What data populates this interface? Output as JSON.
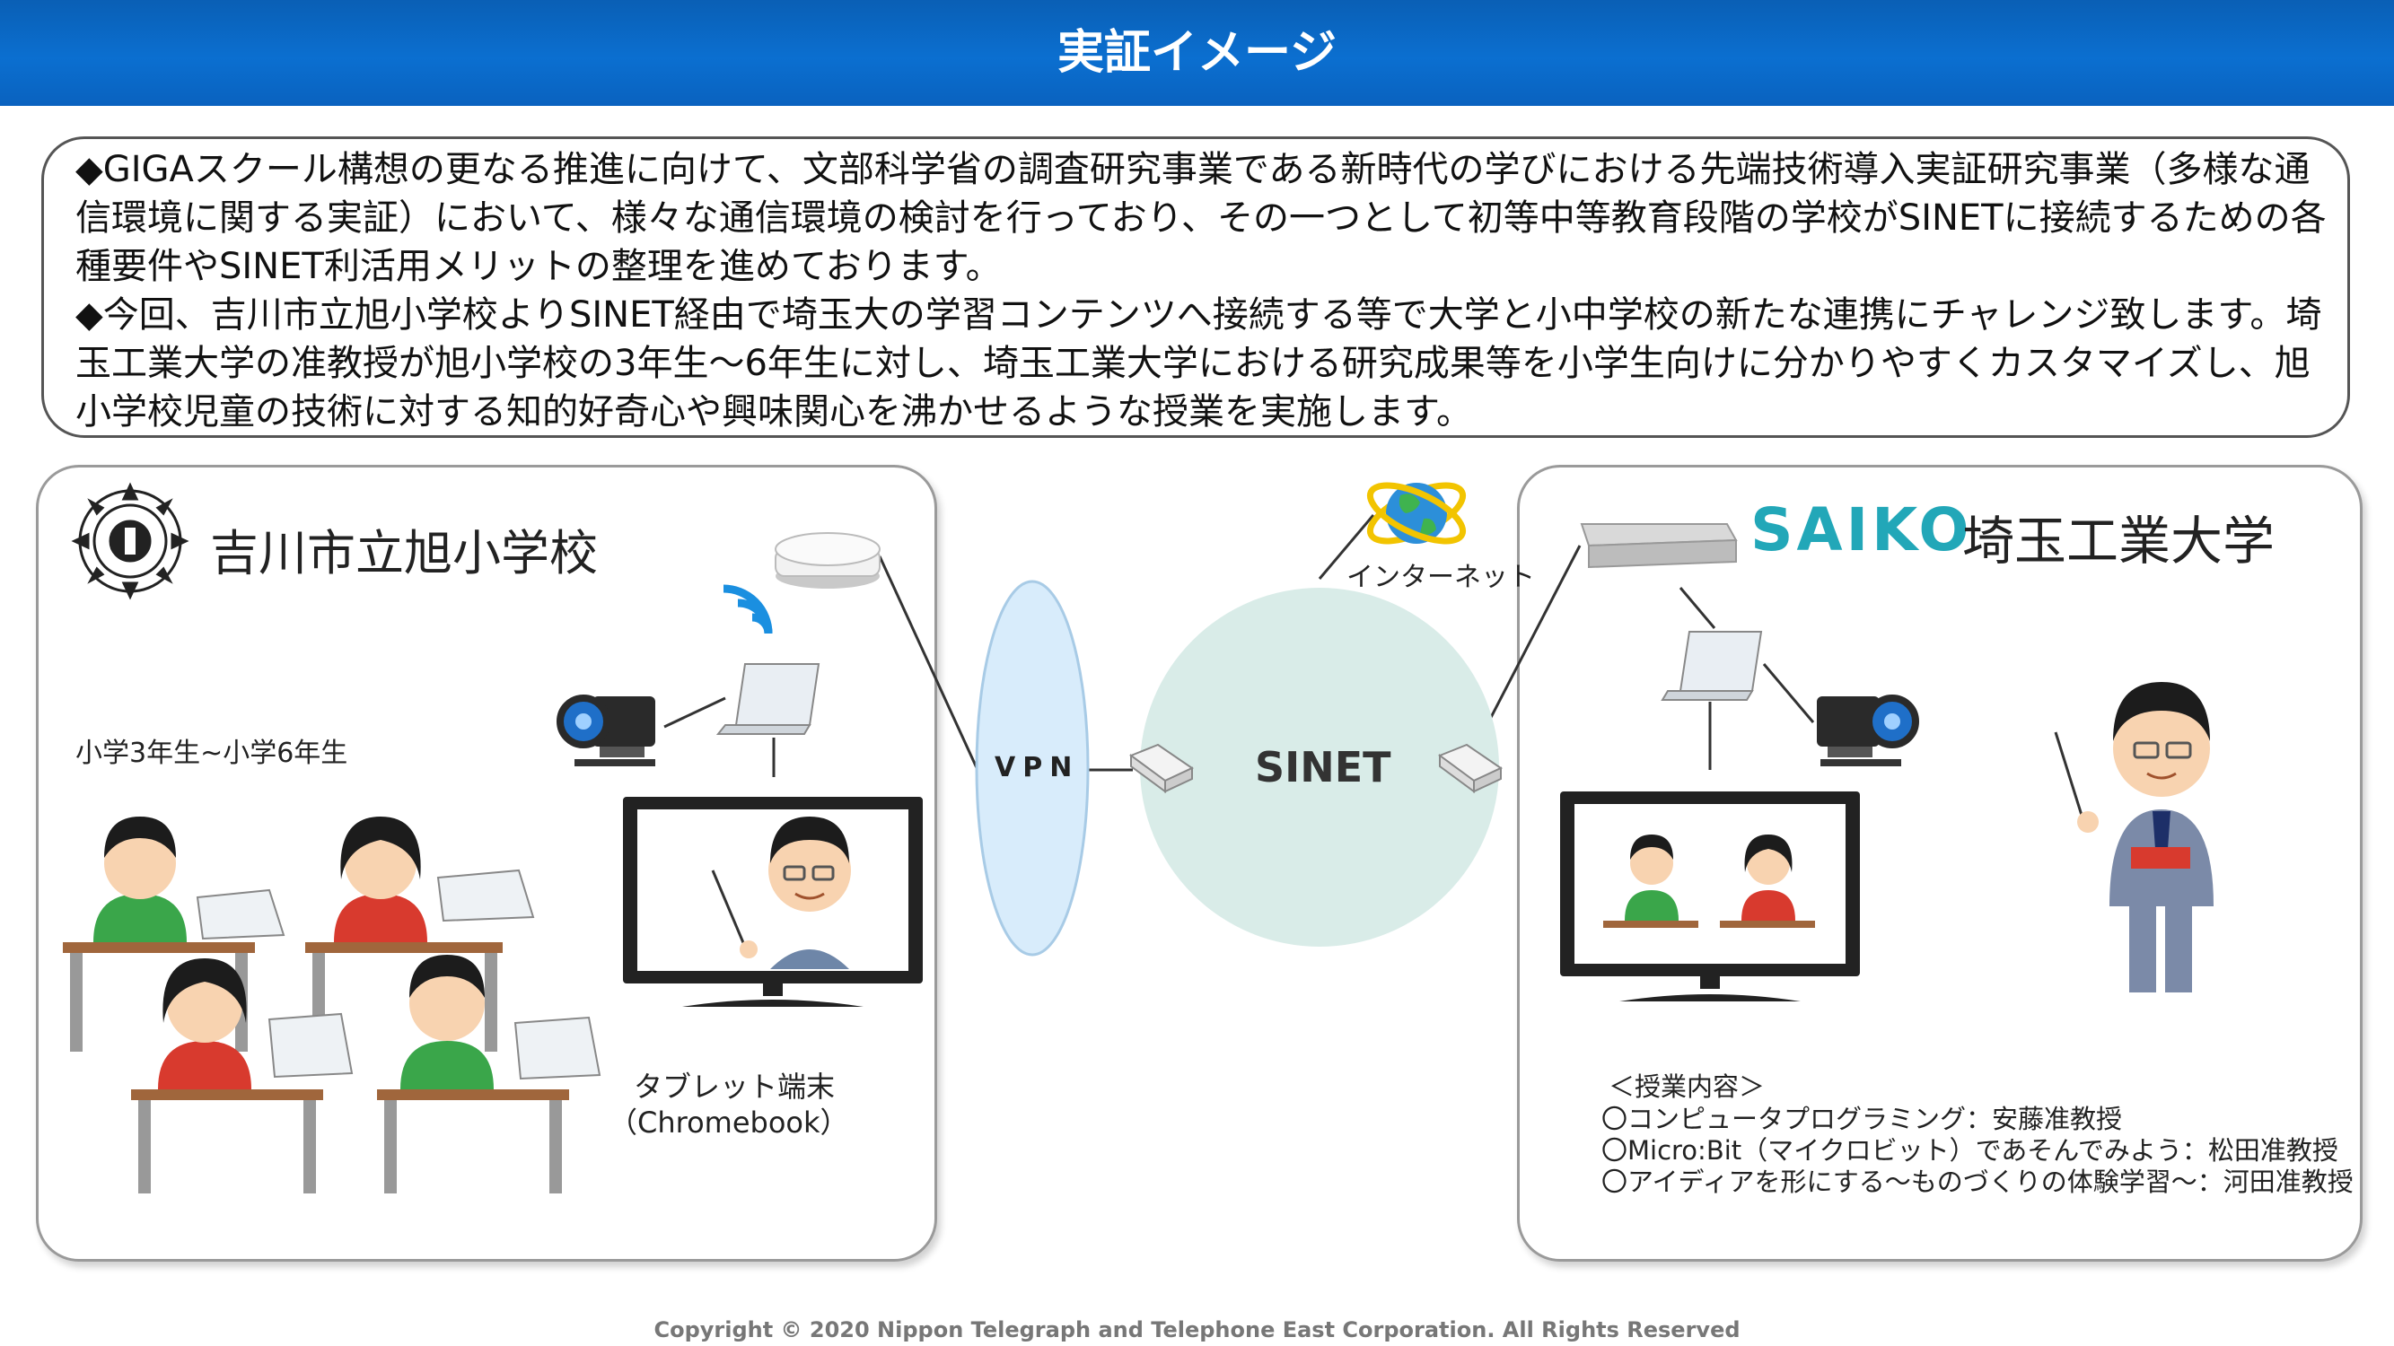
{
  "header": {
    "title": "実証イメージ"
  },
  "summary": {
    "paragraphs": [
      "◆GIGAスクール構想の更なる推進に向けて、文部科学省の調査研究事業である新時代の学びにおける先端技術導入実証研究事業（多様な通信環境に関する実証）において、様々な通信環境の検討を行っており、その一つとして初等中等教育段階の学校がSINETに接続するための各種要件やSINET利活用メリットの整理を進めております。",
      "◆今回、吉川市立旭小学校よりSINET経由で埼玉大の学習コンテンツへ接続する等で大学と小中学校の新たな連携にチャレンジ致します。埼玉工業大学の准教授が旭小学校の3年生～6年生に対し、埼玉工業大学における研究成果等を小学生向けに分かりやすくカスタマイズし、旭小学校児童の技術に対する知的好奇心や興味関心を沸かせるような授業を実施します。"
    ]
  },
  "school": {
    "name": "吉川市立旭小学校",
    "grades": "小学3年生~小学6年生",
    "tablet_line1": "タブレット端末",
    "tablet_line2": "（Chromebook）"
  },
  "network": {
    "vpn": "VPN",
    "sinet": "SINET",
    "internet": "インターネット"
  },
  "university": {
    "logo": "SAIKO",
    "name": "埼玉工業大学",
    "lesson_heading": "＜授業内容＞",
    "lessons": [
      "〇コンピュータプログラミング：安藤准教授",
      "〇Micro:Bit（マイクロビット）であそんでみよう：松田准教授",
      "〇アイディアを形にする～ものづくりの体験学習～：河田准教授"
    ]
  },
  "footer": {
    "copyright": "Copyright © 2020 Nippon Telegraph and Telephone East Corporation. All Rights Reserved"
  },
  "colors": {
    "header": "#0a6ad0",
    "vpn": "#d8ecfb",
    "sinet": "#d9ece8",
    "logo": "#22a7b8"
  }
}
